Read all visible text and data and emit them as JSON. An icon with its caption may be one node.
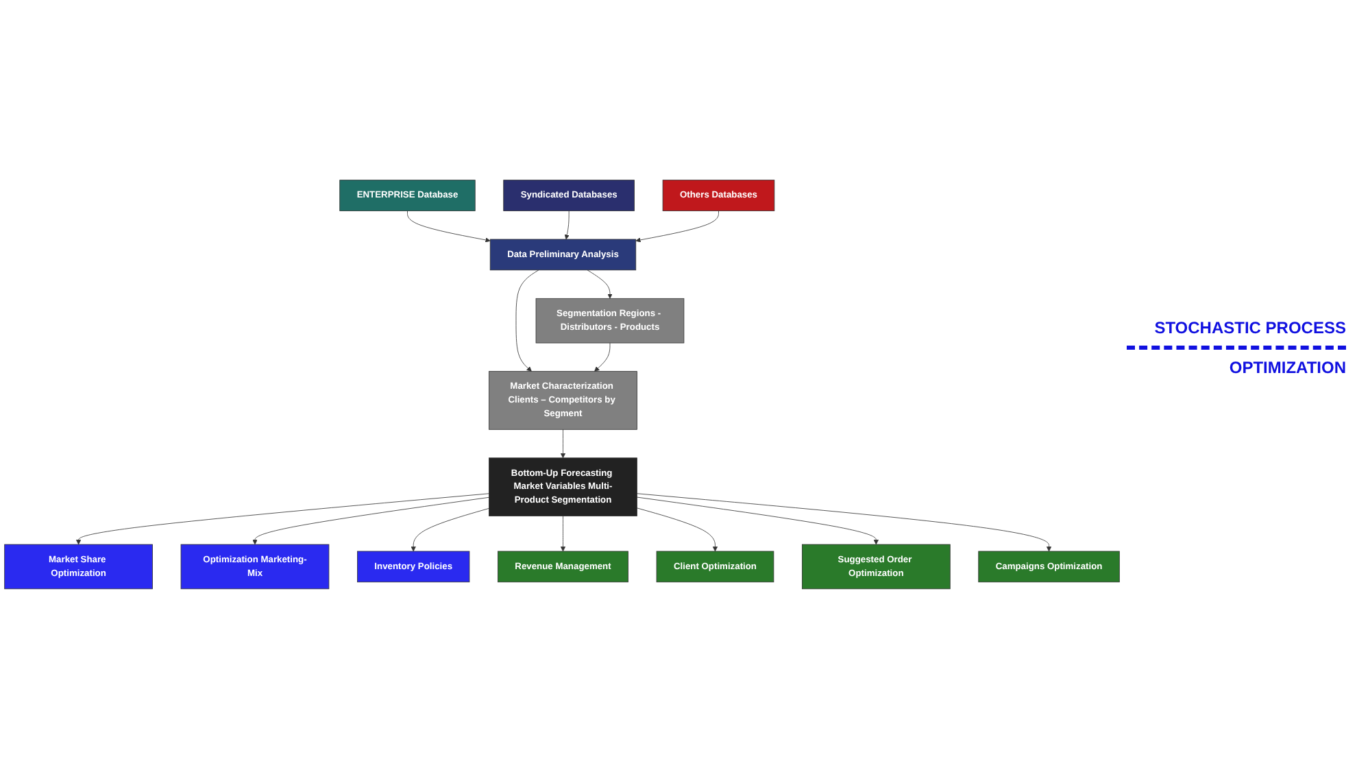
{
  "diagram": {
    "nodes": [
      {
        "text": [
          "Data Preliminary Analysis"
        ]
      },
      {
        "text": [
          "ENTERPRISE Database"
        ]
      },
      {
        "text": [
          "Syndicated Databases"
        ]
      },
      {
        "text": [
          "Others Databases"
        ]
      },
      {
        "text": [
          "Market Characterization Clients – Competitors by Segment"
        ]
      },
      {
        "text": [
          "Segmentation Regions - Distributors - Products"
        ]
      },
      {
        "text": [
          "Bottom-Up Forecasting Market Variables Multi-Product Segmentation"
        ]
      },
      {
        "text": [
          "Market Share Optimization"
        ]
      },
      {
        "text": [
          "Optimization Marketing-Mix"
        ]
      },
      {
        "text": [
          "Inventory Policies"
        ]
      },
      {
        "text": [
          "Revenue Management"
        ]
      },
      {
        "text": [
          "Client Optimization"
        ]
      },
      {
        "text": [
          "Suggested Order Optimization"
        ]
      },
      {
        "text": [
          "Campaigns Optimization"
        ]
      }
    ],
    "edges": [
      {
        "from": 1,
        "to": 0,
        "arrow": "to"
      },
      {
        "from": 2,
        "to": 0,
        "arrow": "to"
      },
      {
        "from": 3,
        "to": 0,
        "arrow": "to"
      },
      {
        "from": 0,
        "to": 4,
        "arrow": "to"
      },
      {
        "from": 0,
        "to": 5,
        "arrow": "to"
      },
      {
        "from": 5,
        "to": 4,
        "arrow": "to"
      },
      {
        "from": 4,
        "to": 6,
        "arrow": "to"
      },
      {
        "from": 6,
        "to": 7,
        "arrow": "to"
      },
      {
        "from": 6,
        "to": 8,
        "arrow": "to"
      },
      {
        "from": 6,
        "to": 9,
        "arrow": "to"
      },
      {
        "from": 6,
        "to": 10,
        "arrow": "to"
      },
      {
        "from": 6,
        "to": 11,
        "arrow": "to"
      },
      {
        "from": 6,
        "to": 12,
        "arrow": "to"
      },
      {
        "from": 6,
        "to": 13,
        "arrow": "to"
      }
    ],
    "labels": [
      "STOCHASTIC PROCESS",
      "OPTIMIZATION"
    ]
  }
}
